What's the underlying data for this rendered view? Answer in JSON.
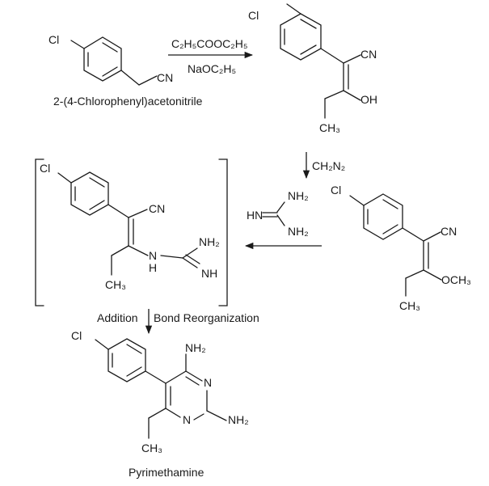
{
  "colors": {
    "ink": "#1a1a1a",
    "background": "#ffffff"
  },
  "reagents": {
    "step1_top": "C₂H₅COOC₂H₅",
    "step1_bottom": "NaOC₂H₅",
    "step2": "CH₂N₂",
    "step4_left": "Addition",
    "step4_right": "Bond Reorganization"
  },
  "compounds": {
    "start_name": "2-(4-Chlorophenyl)acetonitrile",
    "product_name": "Pyrimethamine"
  },
  "labels": {
    "cl": "Cl",
    "cn": "CN",
    "oh": "OH",
    "och3": "OCH₃",
    "ch3": "CH₃",
    "nh2": "NH₂",
    "nh": "NH",
    "hn": "HN",
    "n": "N",
    "h": "H"
  },
  "icons": [
    "reaction-arrow-right",
    "reaction-arrow-down",
    "reaction-arrow-left",
    "bracket"
  ]
}
